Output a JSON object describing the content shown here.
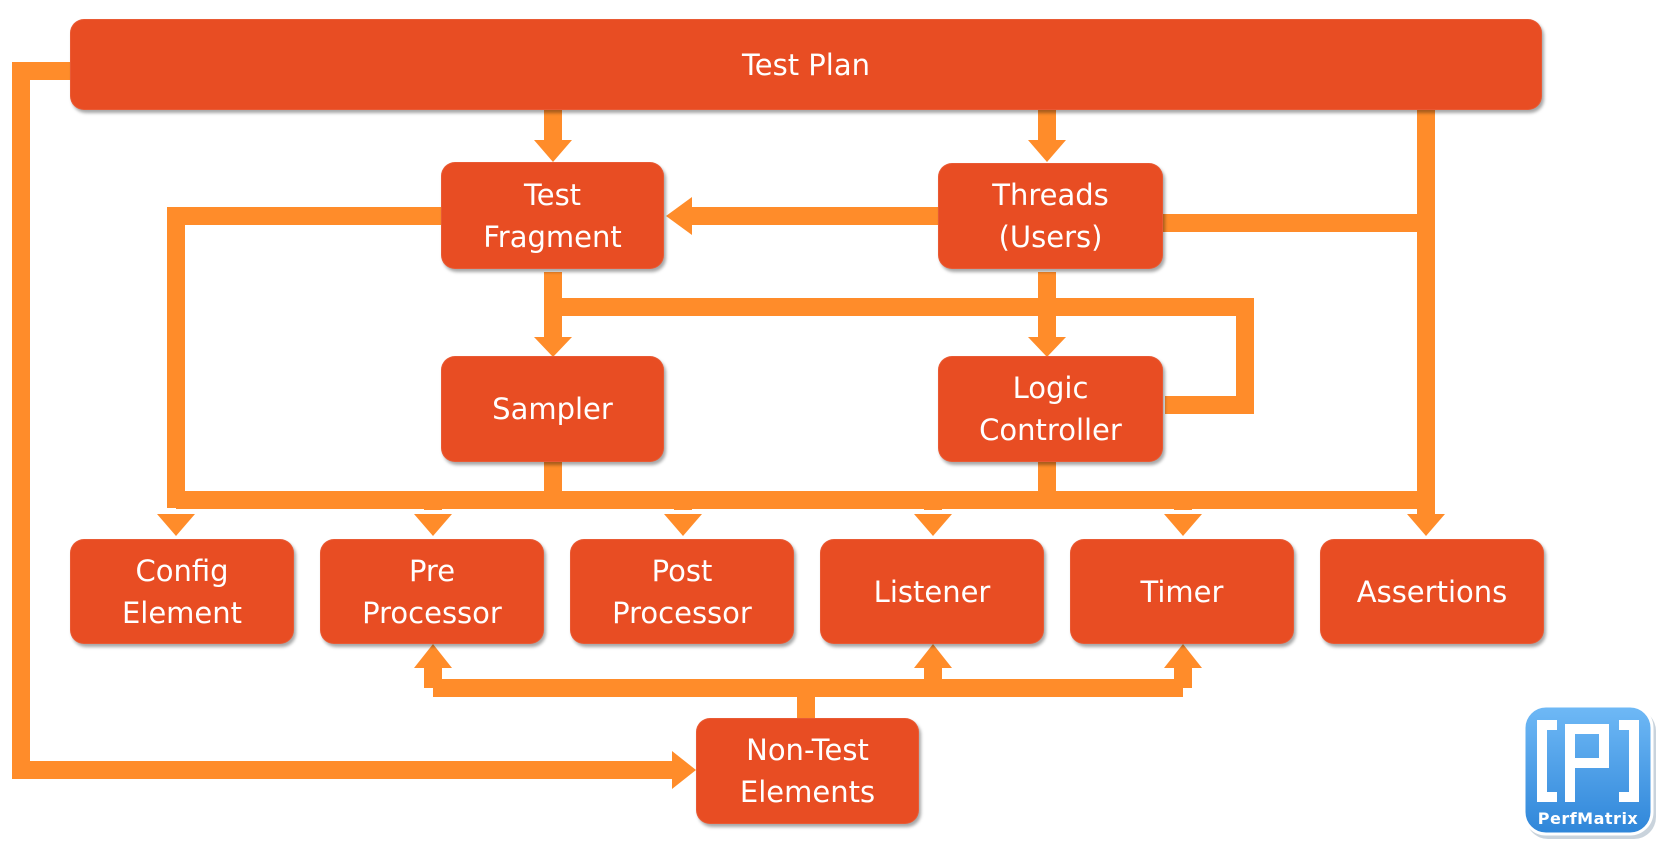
{
  "diagram": {
    "nodes": {
      "test_plan": {
        "lines": [
          "Test Plan"
        ]
      },
      "test_fragment": {
        "lines": [
          "Test",
          "Fragment"
        ]
      },
      "threads": {
        "lines": [
          "Threads",
          "(Users)"
        ]
      },
      "sampler": {
        "lines": [
          "Sampler"
        ]
      },
      "logic_controller": {
        "lines": [
          "Logic",
          "Controller"
        ]
      },
      "config_element": {
        "lines": [
          "Config",
          "Element"
        ]
      },
      "pre_processor": {
        "lines": [
          "Pre",
          "Processor"
        ]
      },
      "post_processor": {
        "lines": [
          "Post",
          "Processor"
        ]
      },
      "listener": {
        "lines": [
          "Listener"
        ]
      },
      "timer": {
        "lines": [
          "Timer"
        ]
      },
      "assertions": {
        "lines": [
          "Assertions"
        ]
      },
      "non_test": {
        "lines": [
          "Non-Test",
          "Elements"
        ]
      }
    },
    "colors": {
      "box_fill": "#e84d23",
      "connector": "#ff8c2a",
      "box_text": "#ffffff"
    }
  },
  "logo": {
    "brand_text": "PerfMatrix",
    "mark": "[P]",
    "colors": {
      "tile": "#4aa3f0",
      "tile_edge": "#2f86d9"
    }
  }
}
